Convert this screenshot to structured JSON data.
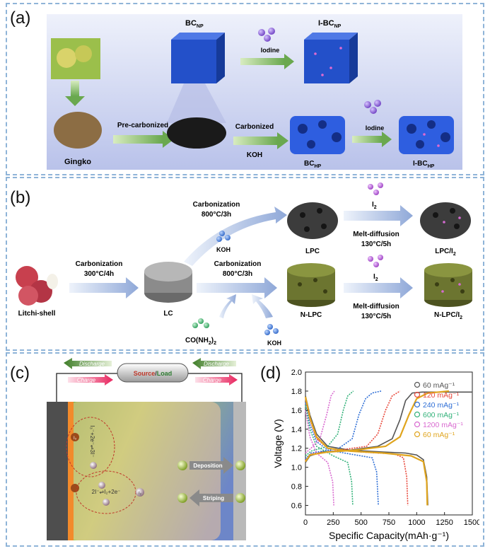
{
  "panel_a": {
    "label": "(a)",
    "bc_np": "BC",
    "bc_np_sub": "NP",
    "iodine_top": "Iodine",
    "ibc_np": "I-BC",
    "ibc_np_sub": "NP",
    "precarb": "Pre-carbonized",
    "gingko": "Gingko",
    "carbonized": "Carbonized",
    "koh": "KOH",
    "iodine_bottom": "Iodine",
    "bc_hp": "BC",
    "bc_hp_sub": "HP",
    "ibc_hp": "I-BC",
    "ibc_hp_sub": "HP"
  },
  "panel_b": {
    "label": "(b)",
    "carb_top_1": "Carbonization",
    "carb_top_2": "800°C/3h",
    "koh_top": "KOH",
    "lpc": "LPC",
    "i2_top": "I",
    "i2_top_sub": "2",
    "melt_top_1": "Melt-diffusion",
    "melt_top_2": "130°C/5h",
    "lpc_i2": "LPC/I",
    "lpc_i2_sub": "2",
    "carb_left_1": "Carbonization",
    "carb_left_2": "300°C/4h",
    "litchi": "Litchi-shell",
    "lc": "LC",
    "carb_mid_1": "Carbonization",
    "carb_mid_2": "800°C/3h",
    "nlpc": "N-LPC",
    "i2_bottom": "I",
    "i2_bottom_sub": "2",
    "melt_bottom_1": "Melt-diffusion",
    "melt_bottom_2": "130°C/5h",
    "nlpc_i2": "N-LPC/I",
    "nlpc_i2_sub": "2",
    "urea": "CO(NH",
    "urea_sub": "2",
    "urea_end": ")",
    "urea_sub2": "2",
    "koh_bottom": "KOH"
  },
  "panel_c": {
    "label": "(c)",
    "discharge_left": "Discharge",
    "discharge_right": "Discharge",
    "charge_left": "Charge",
    "charge_right": "Charge",
    "source": "Source",
    "slash": "/",
    "load": "Load",
    "deposition": "Deposition",
    "striping": "Striping",
    "reaction_top": "I₃⁻+2e⁻⇌3I⁻",
    "reaction_bottom": "2I⁻⇌I₂+2e⁻",
    "species_i3": "I₃",
    "species_i2": "I₂",
    "species_i": "I"
  },
  "panel_d": {
    "label": "(d)",
    "colors": {
      "s1": "#555555",
      "s2": "#e8473a",
      "s3": "#2f6fd6",
      "s4": "#33b27a",
      "s5": "#d96ad0",
      "s6": "#e0a51e"
    }
  },
  "chart_data": {
    "type": "line",
    "title": "",
    "xlabel": "Specific Capacity(mAh·g⁻¹)",
    "ylabel": "Voltage (V)",
    "xlim": [
      0,
      1500
    ],
    "ylim": [
      0.5,
      2.0
    ],
    "xticks": [
      "0",
      "250",
      "500",
      "750",
      "1000",
      "1250",
      "1500"
    ],
    "yticks": [
      "0.6",
      "0.8",
      "1.0",
      "1.2",
      "1.4",
      "1.6",
      "1.8",
      "2.0"
    ],
    "legend_position": "top-right",
    "series": [
      {
        "name": "60 mAg⁻¹",
        "color_key": "s1",
        "discharge": [
          [
            0,
            1.75
          ],
          [
            40,
            1.55
          ],
          [
            100,
            1.35
          ],
          [
            200,
            1.22
          ],
          [
            400,
            1.18
          ],
          [
            700,
            1.16
          ],
          [
            900,
            1.15
          ],
          [
            1000,
            1.13
          ],
          [
            1060,
            1.08
          ],
          [
            1090,
            0.9
          ],
          [
            1100,
            0.6
          ]
        ],
        "charge": [
          [
            0,
            1.05
          ],
          [
            40,
            1.12
          ],
          [
            150,
            1.16
          ],
          [
            400,
            1.18
          ],
          [
            650,
            1.22
          ],
          [
            780,
            1.3
          ],
          [
            850,
            1.5
          ],
          [
            900,
            1.7
          ],
          [
            960,
            1.78
          ],
          [
            1050,
            1.79
          ],
          [
            1500,
            1.79
          ]
        ]
      },
      {
        "name": "120 mAg⁻¹",
        "color_key": "s2",
        "discharge": [
          [
            0,
            1.72
          ],
          [
            40,
            1.5
          ],
          [
            100,
            1.3
          ],
          [
            200,
            1.2
          ],
          [
            500,
            1.16
          ],
          [
            800,
            1.14
          ],
          [
            880,
            1.1
          ],
          [
            910,
            0.9
          ],
          [
            920,
            0.6
          ]
        ],
        "charge": [
          [
            0,
            1.07
          ],
          [
            50,
            1.14
          ],
          [
            300,
            1.18
          ],
          [
            550,
            1.22
          ],
          [
            650,
            1.35
          ],
          [
            720,
            1.6
          ],
          [
            780,
            1.75
          ],
          [
            850,
            1.8
          ]
        ]
      },
      {
        "name": "240 mAg⁻¹",
        "color_key": "s3",
        "discharge": [
          [
            0,
            1.68
          ],
          [
            40,
            1.45
          ],
          [
            100,
            1.27
          ],
          [
            200,
            1.18
          ],
          [
            450,
            1.13
          ],
          [
            600,
            1.1
          ],
          [
            640,
            0.95
          ],
          [
            655,
            0.6
          ]
        ],
        "charge": [
          [
            0,
            1.09
          ],
          [
            50,
            1.15
          ],
          [
            300,
            1.2
          ],
          [
            420,
            1.3
          ],
          [
            480,
            1.55
          ],
          [
            540,
            1.72
          ],
          [
            600,
            1.78
          ],
          [
            680,
            1.8
          ]
        ]
      },
      {
        "name": "600 mAg⁻¹",
        "color_key": "s4",
        "discharge": [
          [
            0,
            1.65
          ],
          [
            40,
            1.4
          ],
          [
            100,
            1.22
          ],
          [
            250,
            1.12
          ],
          [
            380,
            1.05
          ],
          [
            415,
            0.85
          ],
          [
            425,
            0.6
          ]
        ],
        "charge": [
          [
            0,
            1.12
          ],
          [
            50,
            1.17
          ],
          [
            200,
            1.22
          ],
          [
            290,
            1.35
          ],
          [
            340,
            1.6
          ],
          [
            380,
            1.75
          ],
          [
            430,
            1.8
          ]
        ]
      },
      {
        "name": "1200 mAg⁻¹",
        "color_key": "s5",
        "discharge": [
          [
            0,
            1.6
          ],
          [
            40,
            1.32
          ],
          [
            100,
            1.15
          ],
          [
            200,
            1.05
          ],
          [
            245,
            0.85
          ],
          [
            255,
            0.6
          ]
        ],
        "charge": [
          [
            0,
            1.15
          ],
          [
            50,
            1.2
          ],
          [
            130,
            1.3
          ],
          [
            190,
            1.55
          ],
          [
            230,
            1.75
          ],
          [
            260,
            1.8
          ]
        ]
      },
      {
        "name": "60 mAg⁻¹",
        "color_key": "s6",
        "discharge": [
          [
            0,
            1.74
          ],
          [
            40,
            1.52
          ],
          [
            100,
            1.32
          ],
          [
            200,
            1.2
          ],
          [
            400,
            1.17
          ],
          [
            700,
            1.15
          ],
          [
            950,
            1.12
          ],
          [
            1060,
            1.06
          ],
          [
            1090,
            0.85
          ],
          [
            1095,
            0.6
          ]
        ],
        "charge": [
          [
            0,
            1.06
          ],
          [
            40,
            1.13
          ],
          [
            200,
            1.16
          ],
          [
            450,
            1.18
          ],
          [
            720,
            1.22
          ],
          [
            850,
            1.32
          ],
          [
            930,
            1.55
          ],
          [
            1000,
            1.72
          ],
          [
            1100,
            1.78
          ],
          [
            1200,
            1.79
          ],
          [
            1290,
            1.8
          ]
        ]
      }
    ]
  }
}
